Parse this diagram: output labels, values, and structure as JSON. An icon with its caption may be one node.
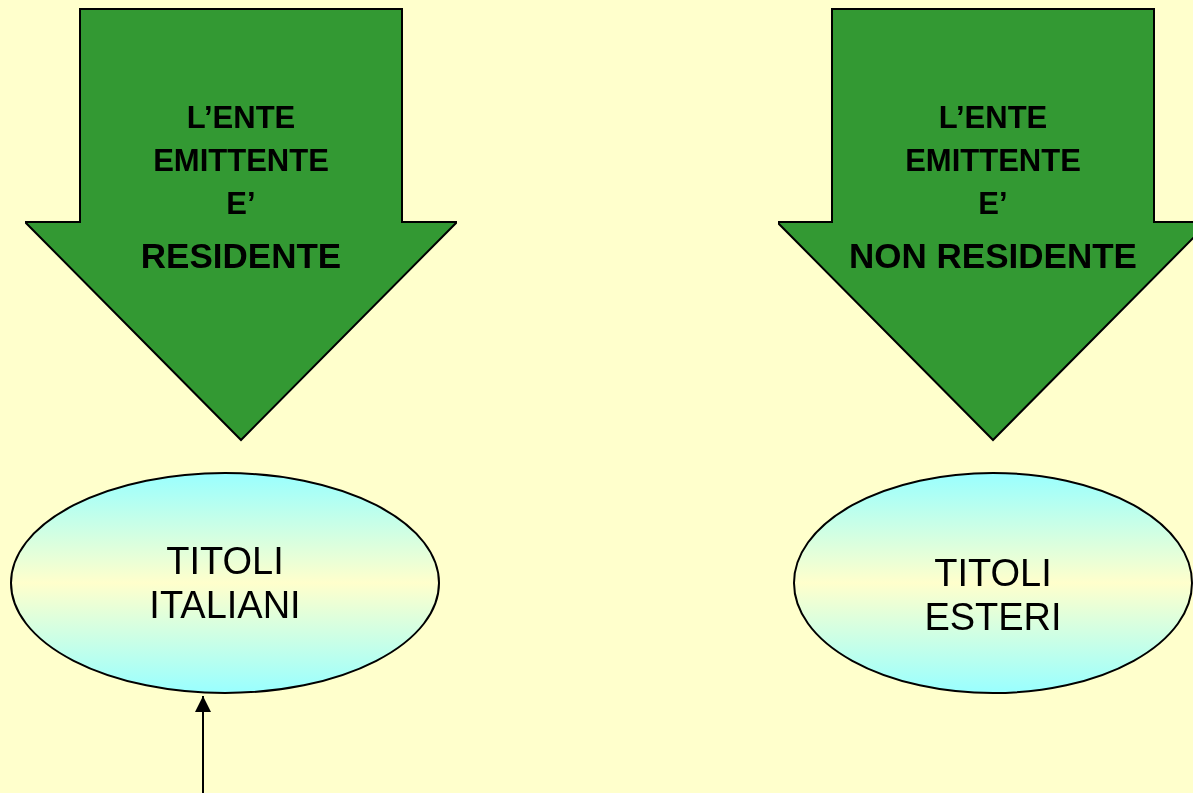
{
  "diagram": {
    "nodes": [
      {
        "text": [
          "L’ENTE EMITTENTE E’",
          "RESIDENTE"
        ]
      },
      {
        "text": [
          "TITOLI ITALIANI"
        ]
      },
      {
        "text": [
          "L’ENTE EMITTENTE E’",
          "NON RESIDENTE"
        ]
      },
      {
        "text": [
          "TITOLI ESTERI"
        ]
      }
    ],
    "edges": [
      {
        "from": null,
        "to": 1,
        "arrow": "to"
      }
    ]
  }
}
